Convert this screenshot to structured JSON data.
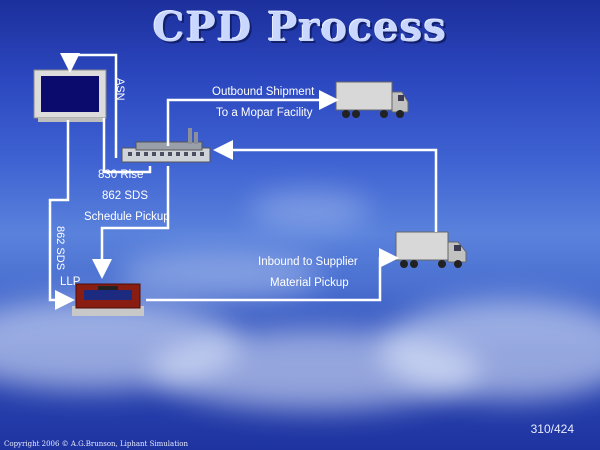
{
  "title": "CPD Process",
  "labels": {
    "asn": "ASN",
    "outbound_line1": "Outbound Shipment",
    "outbound_line2": "To a Mopar Facility",
    "rlse_830": "830 Rlse",
    "sds_862": "862 SDS",
    "schedule_pickup": "Schedule Pickup",
    "sds_862_vertical": "862 SDS",
    "llp": "LLP",
    "inbound_line1": "Inbound to Supplier",
    "inbound_line2": "Material Pickup"
  },
  "footer": {
    "copyright": "Copyright 2006 © A.G.Brunson, Liphant Simulation",
    "page_number": "310/424"
  }
}
